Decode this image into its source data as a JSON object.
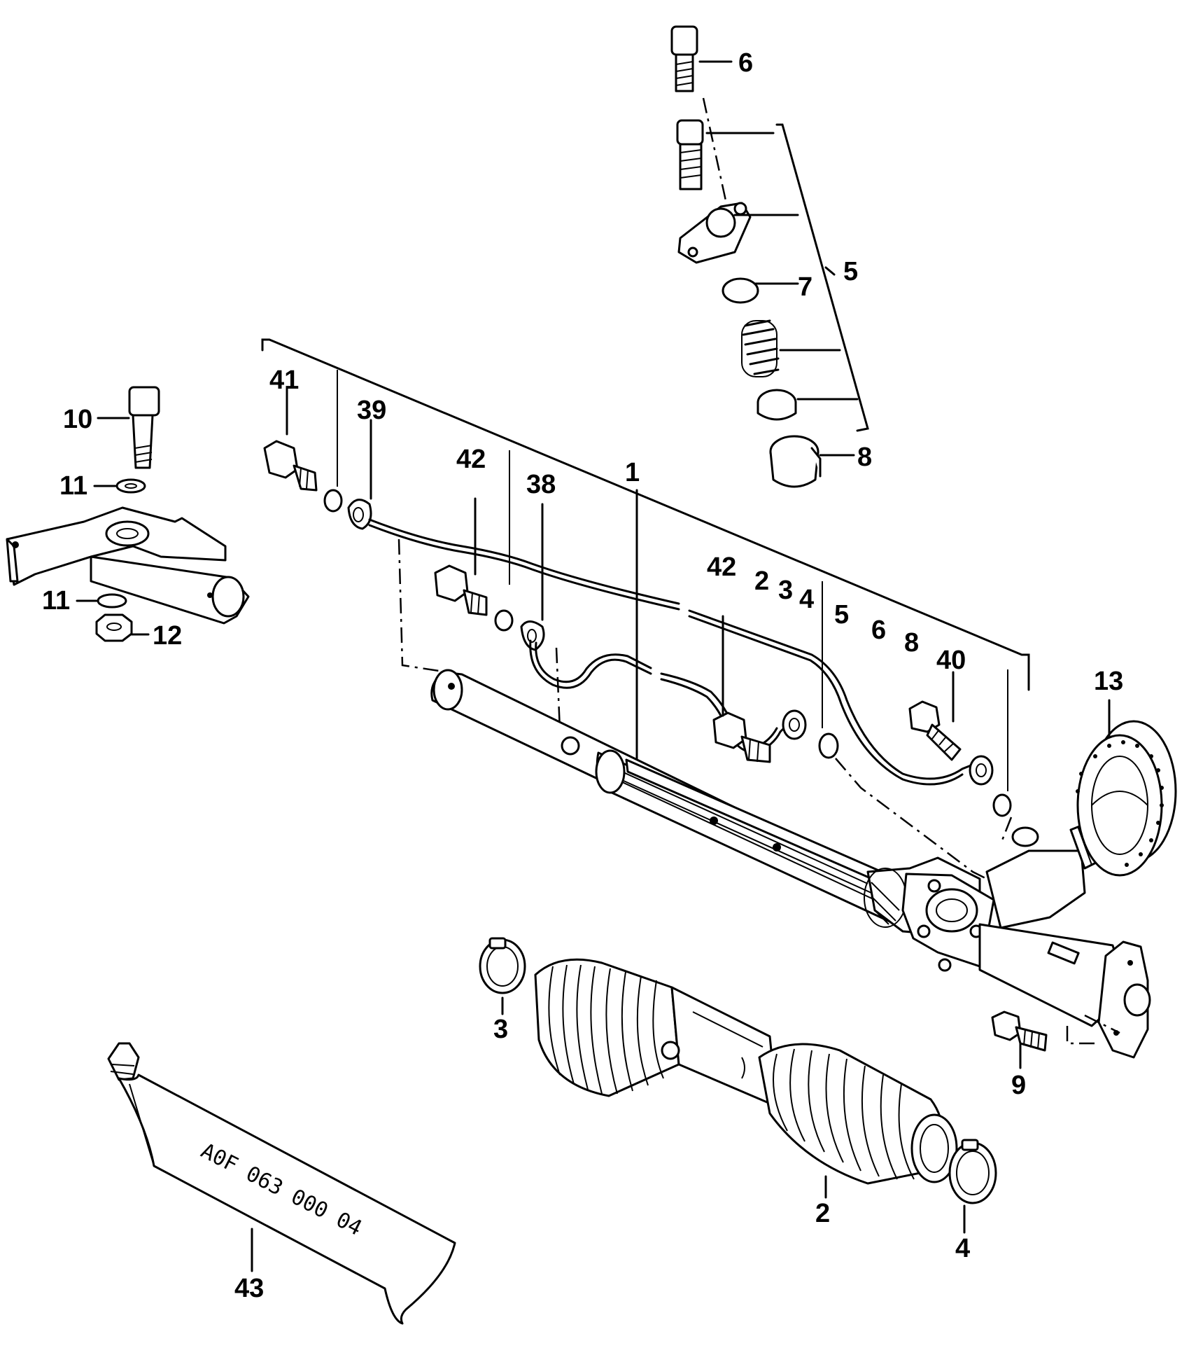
{
  "labels": {
    "p1": "1",
    "p2": "2",
    "p3": "3",
    "p4": "4",
    "p5": "5",
    "p6": "6",
    "p7": "7",
    "p8": "8",
    "p9": "9",
    "p10": "10",
    "p11a": "11",
    "p11b": "11",
    "p12": "12",
    "p13": "13",
    "p38": "38",
    "p39": "39",
    "p40": "40",
    "p41": "41",
    "p42a": "42",
    "p42b": "42",
    "p43": "43"
  },
  "kit_list": [
    "2",
    "3",
    "4",
    "5",
    "6",
    "8"
  ],
  "tube_marking": "A0F 063 000 04"
}
